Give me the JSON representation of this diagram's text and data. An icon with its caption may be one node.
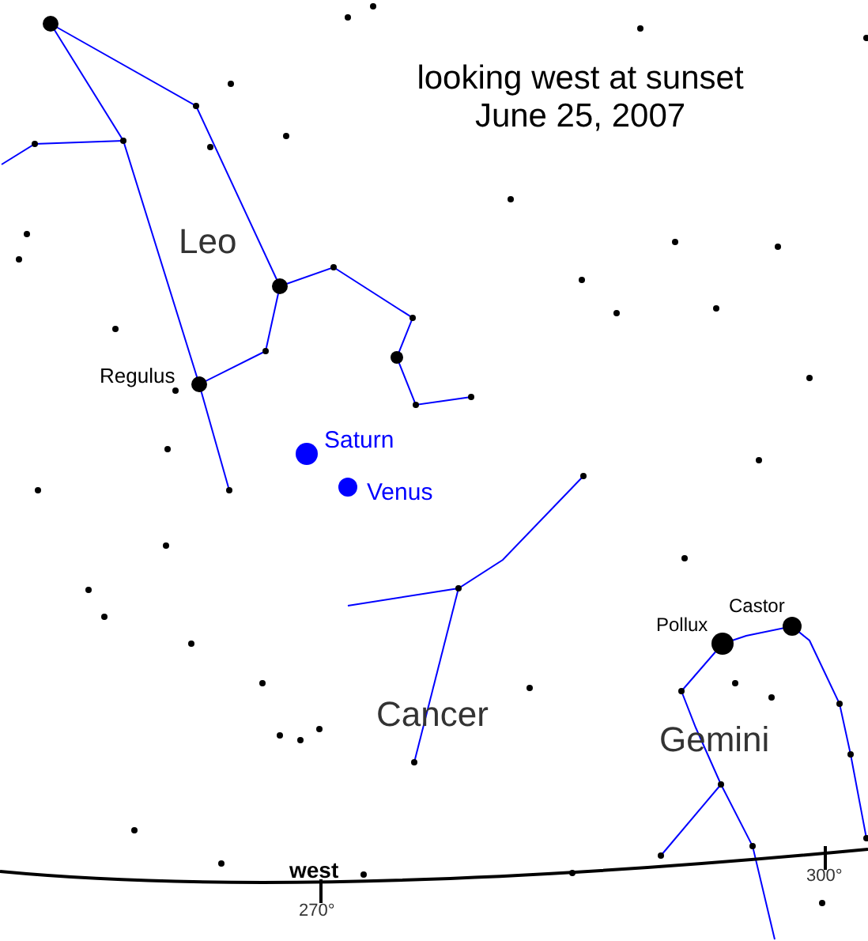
{
  "diagram": {
    "title": "looking west at sunset June 25, 2007",
    "labels": [
      "Leo",
      "Regulus",
      "Saturn",
      "Venus",
      "Cancer",
      "Pollux",
      "Castor",
      "Gemini",
      "west",
      "270°",
      "300°"
    ]
  }
}
